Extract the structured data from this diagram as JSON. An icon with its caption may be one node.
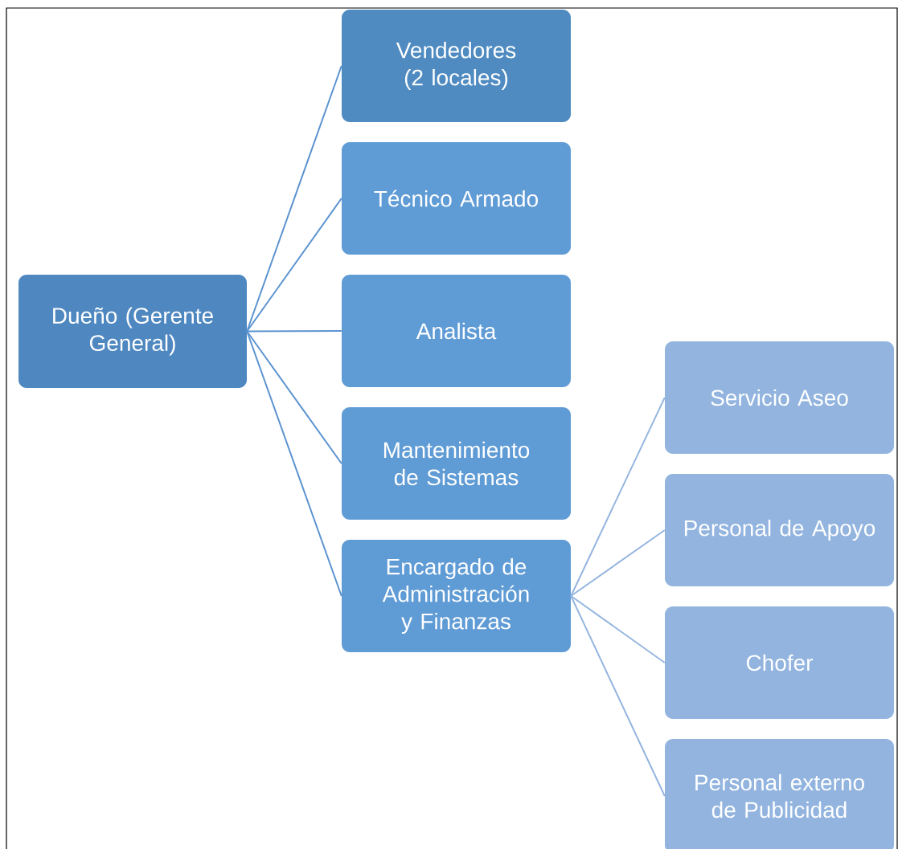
{
  "diagram": {
    "nodes": [
      {
        "text": [
          "Dueño (Gerente General)"
        ]
      },
      {
        "text": [
          "Vendedores (2 locales)"
        ]
      },
      {
        "text": [
          "Técnico Armado"
        ]
      },
      {
        "text": [
          "Analista"
        ]
      },
      {
        "text": [
          "Mantenimiento de Sistemas"
        ]
      },
      {
        "text": [
          "Encargado de Administración y Finanzas"
        ]
      },
      {
        "text": [
          "Servicio Aseo"
        ]
      },
      {
        "text": [
          "Personal de Apoyo"
        ]
      },
      {
        "text": [
          "Chofer"
        ]
      },
      {
        "text": [
          "Personal externo de Publicidad"
        ]
      }
    ],
    "edges": [
      {
        "from": 0,
        "to": 1,
        "arrow": "none"
      },
      {
        "from": 0,
        "to": 2,
        "arrow": "none"
      },
      {
        "from": 0,
        "to": 3,
        "arrow": "none"
      },
      {
        "from": 0,
        "to": 4,
        "arrow": "none"
      },
      {
        "from": 0,
        "to": 5,
        "arrow": "none"
      },
      {
        "from": 5,
        "to": 6,
        "arrow": "none",
        "color": "#95b5df"
      },
      {
        "from": 5,
        "to": 7,
        "arrow": "none",
        "color": "#95b5df"
      },
      {
        "from": 5,
        "to": 8,
        "arrow": "none",
        "color": "#95b5df"
      },
      {
        "from": 5,
        "to": 9,
        "arrow": "none",
        "color": "#95b5df"
      }
    ]
  }
}
